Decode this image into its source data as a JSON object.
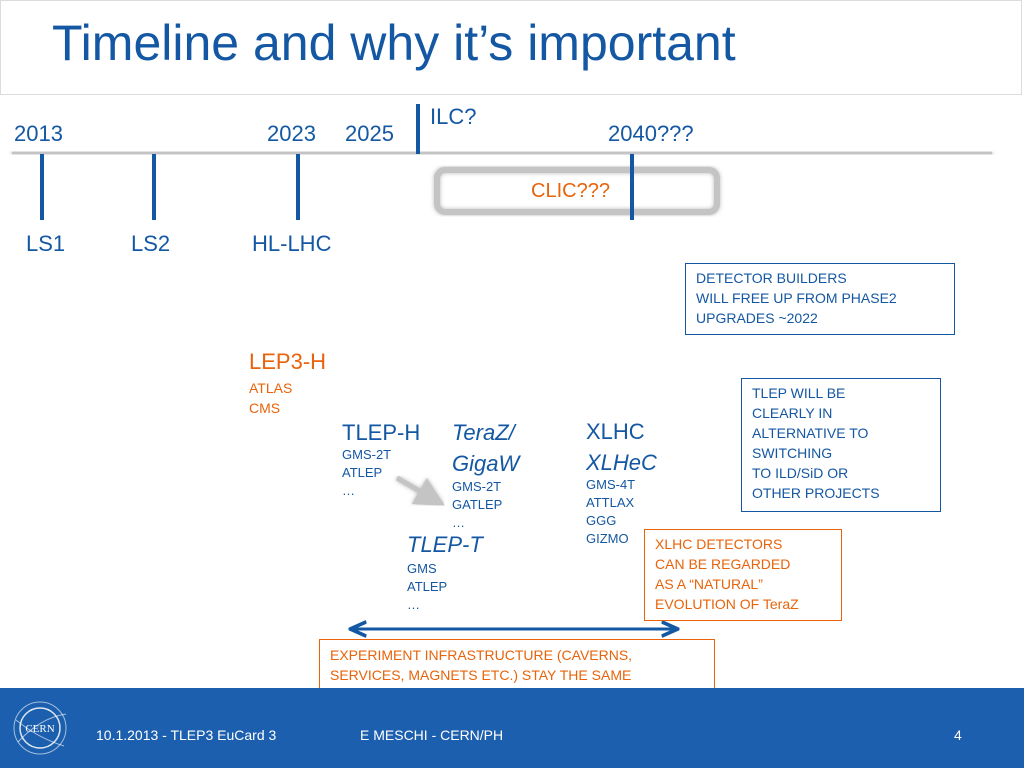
{
  "title": "Timeline and why it’s important",
  "timeline": {
    "years": [
      "2013",
      "2023",
      "2025",
      "2040???"
    ],
    "ilc": "ILC?",
    "clic": "CLIC???",
    "markers": [
      "LS1",
      "LS2",
      "HL-LHC"
    ]
  },
  "lep3h": {
    "name": "LEP3-H",
    "items": [
      "ATLAS",
      "CMS"
    ]
  },
  "tleph": {
    "name": "TLEP-H",
    "items": [
      "GMS-2T",
      "ATLEP",
      "…"
    ]
  },
  "teraz": {
    "name_line1": "TeraZ/",
    "name_line2": "GigaW",
    "items": [
      "GMS-2T",
      "GATLEP",
      "…"
    ]
  },
  "tlept": {
    "name": "TLEP-T",
    "items": [
      "GMS",
      "ATLEP",
      "…"
    ]
  },
  "xlhc": {
    "name1": "XLHC",
    "name2": "XLHeC",
    "items": [
      "GMS-4T",
      "ATTLAX",
      "GGG",
      "GIZMO"
    ]
  },
  "boxes": {
    "detector_builders": [
      "DETECTOR BUILDERS",
      "WILL FREE UP FROM PHASE2",
      "UPGRADES ~2022"
    ],
    "tlep_will_be": [
      "TLEP WILL BE",
      "CLEARLY IN",
      "ALTERNATIVE TO",
      "SWITCHING",
      "TO ILD/SiD OR",
      "OTHER PROJECTS"
    ],
    "xlhc_detectors": [
      "XLHC DETECTORS",
      "CAN BE REGARDED",
      "AS A “NATURAL”",
      "EVOLUTION OF TeraZ"
    ],
    "infrastructure": [
      "EXPERIMENT INFRASTRUCTURE (CAVERNS,",
      "SERVICES, MAGNETS ETC.) STAY THE SAME"
    ]
  },
  "footer": {
    "date_event": "10.1.2013 - TLEP3 EuCard 3",
    "author": "E MESCHI - CERN/PH",
    "page": "4",
    "logo_text": "CERN"
  },
  "colors": {
    "accent": "#1457a3",
    "orange": "#e8630a",
    "footer": "#1c5fae",
    "timeline": "#b8b8b8"
  }
}
